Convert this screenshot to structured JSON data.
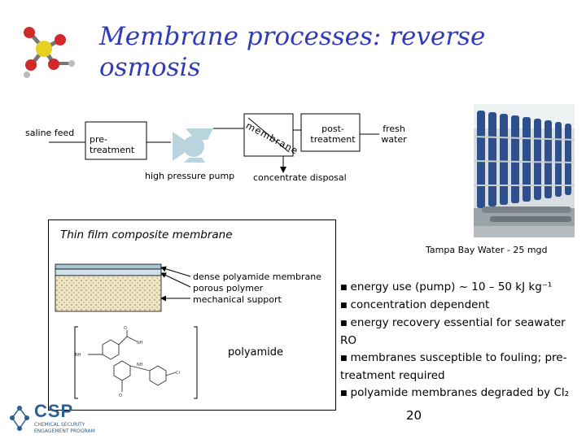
{
  "slide": {
    "title": "Membrane processes: reverse osmosis",
    "page_number": "20"
  },
  "diagram": {
    "saline_feed": "saline feed",
    "pretreatment": "pre-treatment",
    "high_pressure_pump": "high pressure pump",
    "membrane": "membrane",
    "post_treatment": "post-treatment",
    "fresh_water": "fresh water",
    "concentrate_disposal": "concentrate disposal"
  },
  "membrane_panel": {
    "title": "Thin film composite membrane",
    "layer_1": "dense polyamide membrane",
    "layer_2": "porous polymer",
    "layer_3": "mechanical support",
    "polymer_label": "polyamide"
  },
  "photo_caption": "Tampa Bay Water - 25 mgd",
  "bullets": [
    "energy use (pump) ~ 10 – 50 kJ kg⁻¹",
    "concentration dependent",
    "energy recovery essential for seawater RO",
    "membranes susceptible to fouling; pre-treatment required",
    "polyamide membranes degraded by Cl₂"
  ],
  "logo": {
    "name": "CSP",
    "line1": "CHEMICAL SECURITY",
    "line2": "ENGAGEMENT PROGRAM"
  },
  "colors": {
    "title": "#2f3bb8",
    "pump": "#b9d4dc",
    "membrane_dense": "#a9c6d8",
    "membrane_support": "#efe6c6",
    "logo": "#2a5f8f"
  }
}
